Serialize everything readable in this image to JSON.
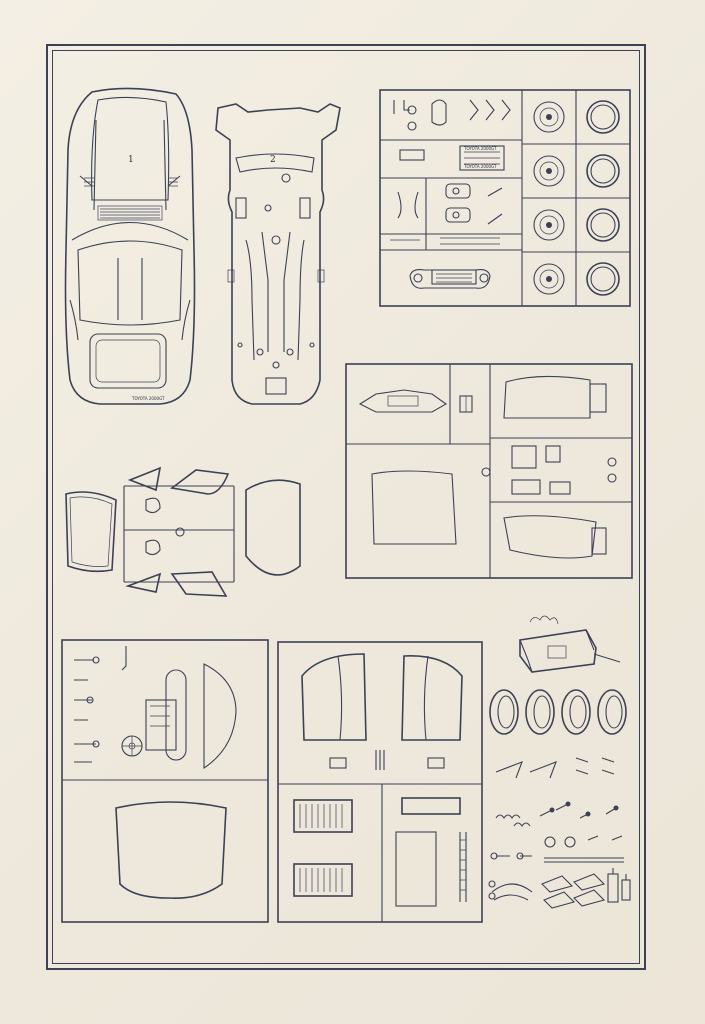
{
  "page": {
    "paper_color": "#f1ece1",
    "ink_color": "#3c4156"
  },
  "part_numbers": {
    "body_shell": "1",
    "chassis": "2"
  },
  "sprue_text": {
    "body_model_plate": "TOYOTA 2000GT",
    "decal_plate_a": "TOYOTA 2000GT",
    "decal_plate_b": "TOYOTA 2000GT"
  }
}
